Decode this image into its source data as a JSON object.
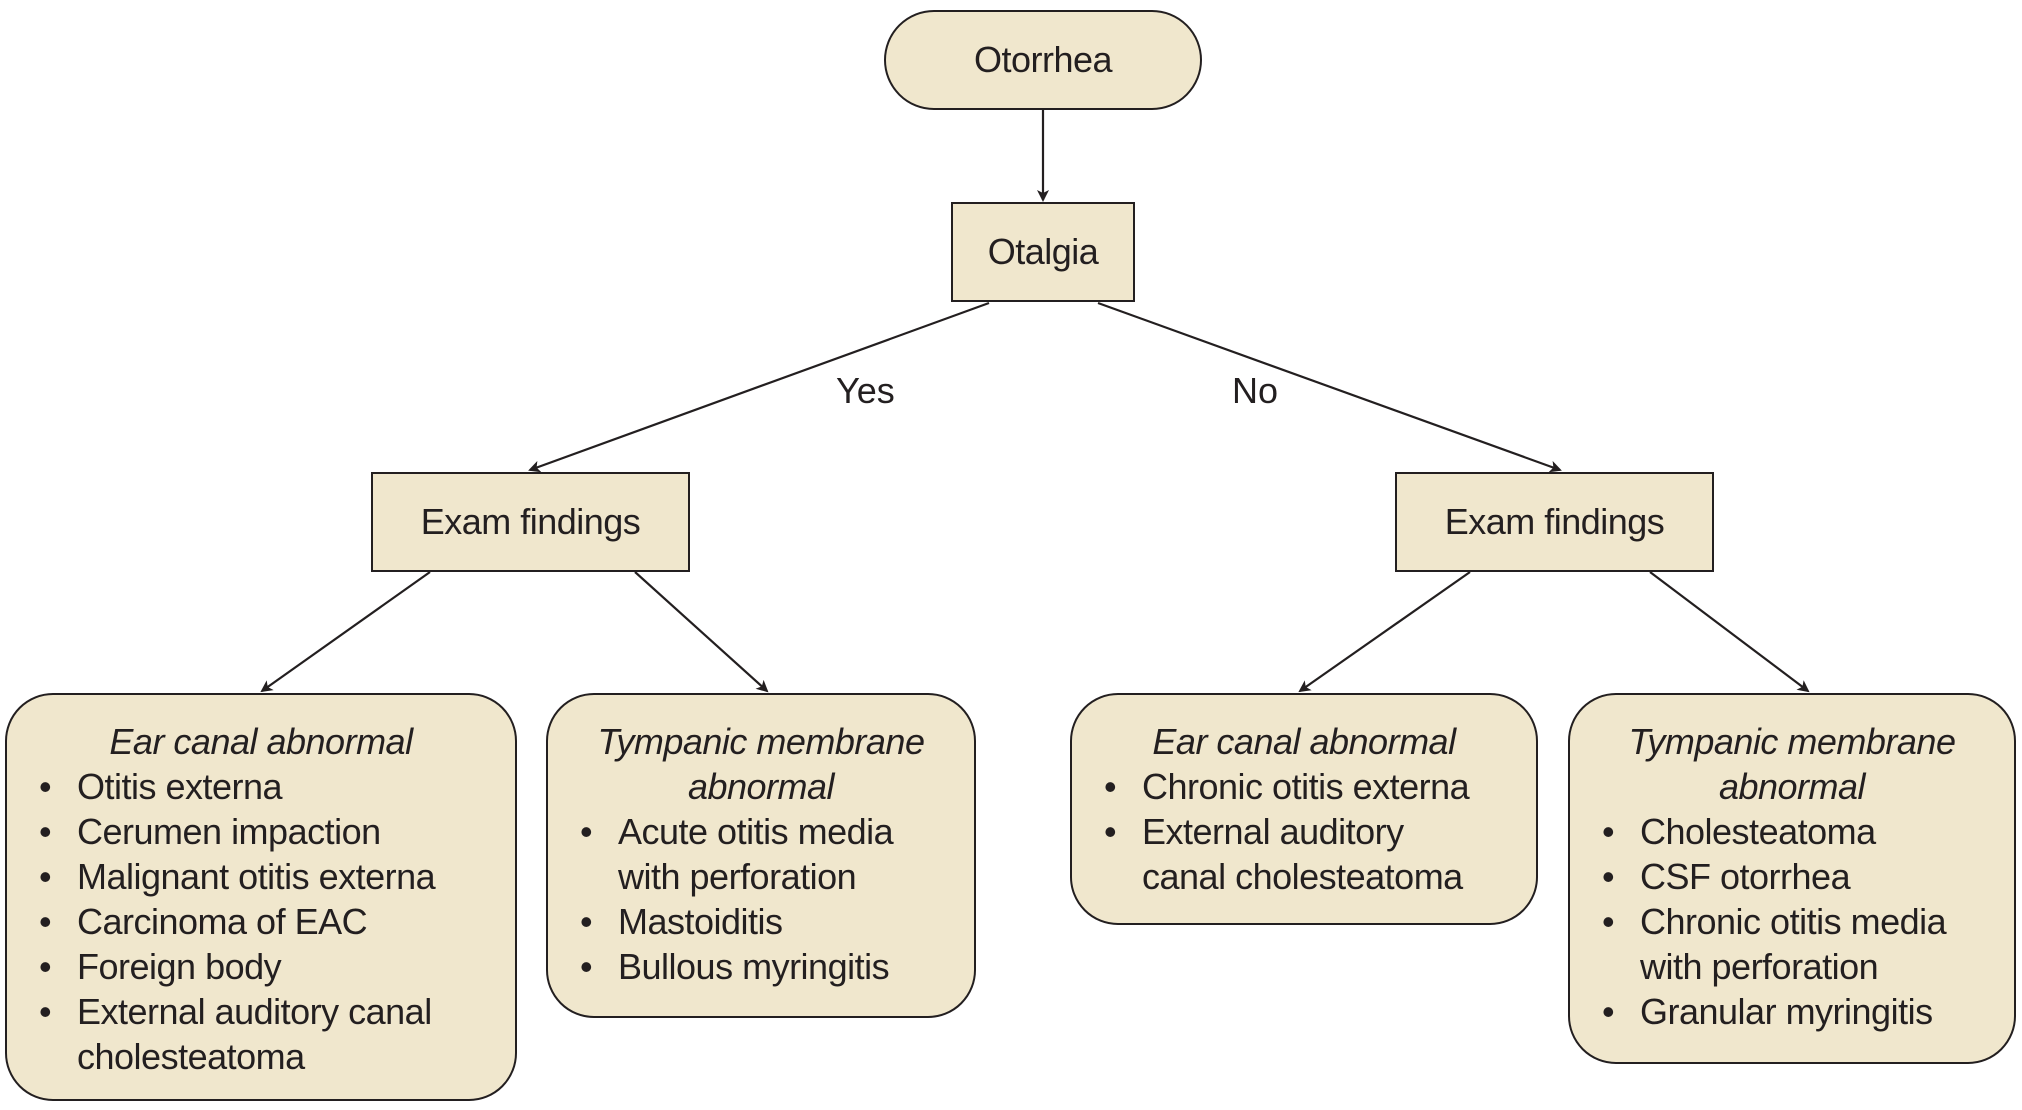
{
  "root": {
    "label": "Otorrhea"
  },
  "question": {
    "label": "Otalgia"
  },
  "branches": {
    "yes": "Yes",
    "no": "No"
  },
  "exam_left": {
    "label": "Exam findings"
  },
  "exam_right": {
    "label": "Exam findings"
  },
  "outcomes": [
    {
      "header": "Ear canal abnormal",
      "items": [
        "Otitis externa",
        "Cerumen impaction",
        "Malignant otitis externa",
        "Carcinoma of EAC",
        "Foreign body",
        "External auditory canal cholesteatoma"
      ]
    },
    {
      "header": "Tympanic membrane abnormal",
      "items": [
        "Acute otitis media with perforation",
        "Mastoiditis",
        "Bullous myringitis"
      ]
    },
    {
      "header": "Ear canal abnormal",
      "items": [
        "Chronic otitis externa",
        "External auditory canal cholesteatoma"
      ]
    },
    {
      "header": "Tympanic membrane abnormal",
      "items": [
        "Cholesteatoma",
        "CSF otorrhea",
        "Chronic otitis media with perforation",
        "Granular myringitis"
      ]
    }
  ],
  "colors": {
    "fill": "#f0e7cd",
    "stroke": "#231f20"
  }
}
